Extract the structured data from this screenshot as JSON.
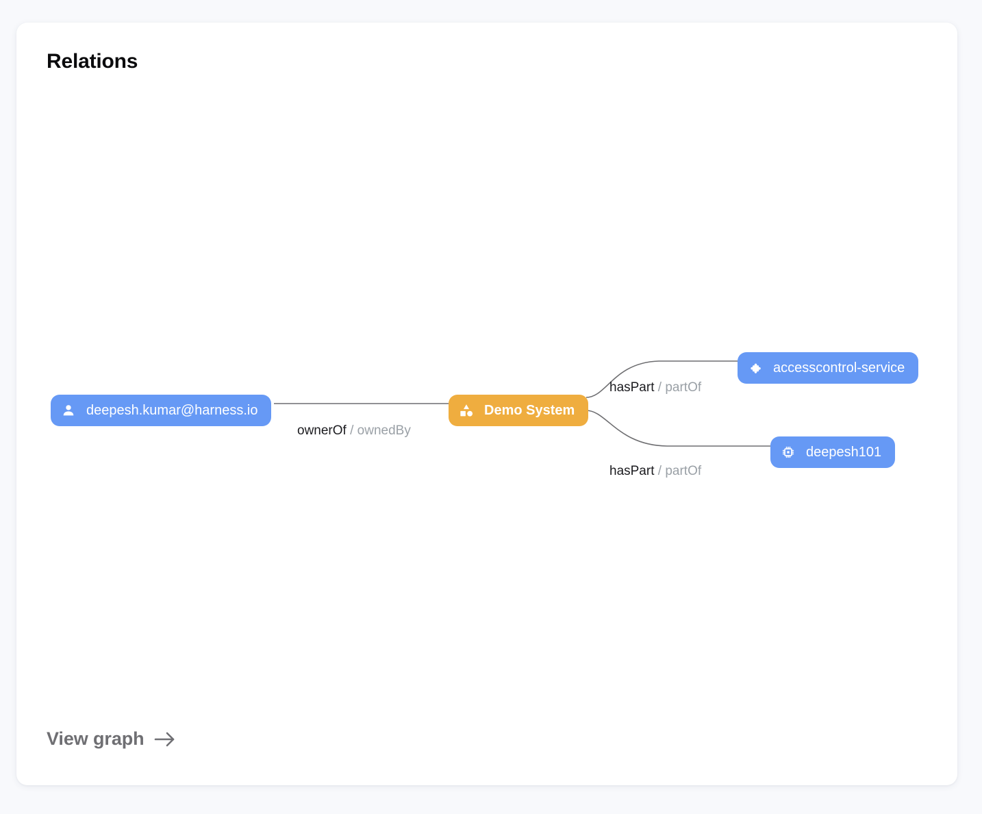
{
  "card": {
    "title": "Relations"
  },
  "graph": {
    "nodes": [
      {
        "id": "user",
        "label": "deepesh.kumar@harness.io",
        "icon": "person-icon",
        "color": "#6699f5",
        "kind": "user"
      },
      {
        "id": "system",
        "label": "Demo System",
        "icon": "category-icon",
        "color": "#efad3f",
        "kind": "system"
      },
      {
        "id": "service",
        "label": "accesscontrol-service",
        "icon": "puzzle-icon",
        "color": "#6699f5",
        "kind": "component"
      },
      {
        "id": "resource",
        "label": "deepesh101",
        "icon": "chip-icon",
        "color": "#6699f5",
        "kind": "resource"
      }
    ],
    "edges": [
      {
        "id": "owner",
        "from": "user",
        "to": "system",
        "primary": "ownerOf",
        "separator": " / ",
        "secondary": "ownedBy"
      },
      {
        "id": "part-1",
        "from": "system",
        "to": "service",
        "primary": "hasPart",
        "separator": " / ",
        "secondary": "partOf"
      },
      {
        "id": "part-2",
        "from": "system",
        "to": "resource",
        "primary": "hasPart",
        "separator": " / ",
        "secondary": "partOf"
      }
    ],
    "edge_color": "#6d6d70"
  },
  "footer": {
    "view_graph_label": "View graph",
    "arrow_glyph": "→"
  }
}
